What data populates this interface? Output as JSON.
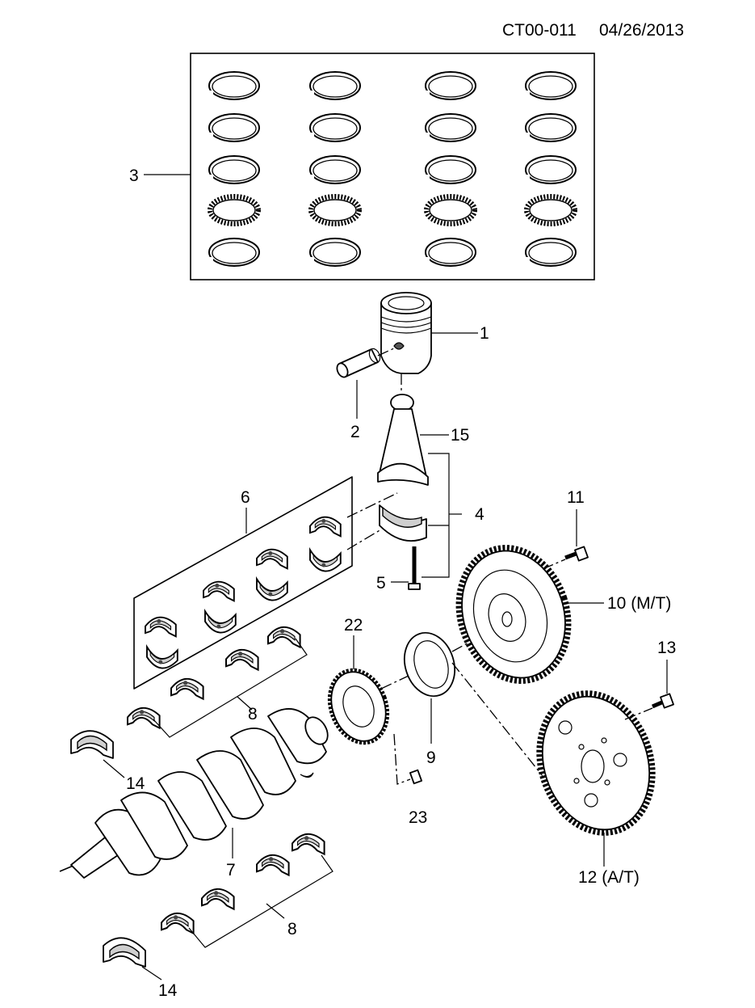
{
  "header": {
    "code": "CT00-011",
    "date": "04/26/2013"
  },
  "callouts": {
    "piston": "1",
    "piston_pin": "2",
    "piston_rings": "3",
    "rod_cap": "4",
    "rod_bolt": "5",
    "rod_bearings": "6",
    "crankshaft": "7",
    "main_bearings_upper": "8",
    "main_bearings_lower": "8",
    "rear_oil_seal": "9",
    "flywheel": "10 (M/T)",
    "flywheel_bolt": "11",
    "drive_plate": "12 (A/T)",
    "drive_plate_bolt": "13",
    "thrust_bearing_upper": "14",
    "thrust_bearing_lower": "14",
    "connecting_rod": "15",
    "sensor_ring": "22",
    "sensor_ring_bolt": "23"
  }
}
